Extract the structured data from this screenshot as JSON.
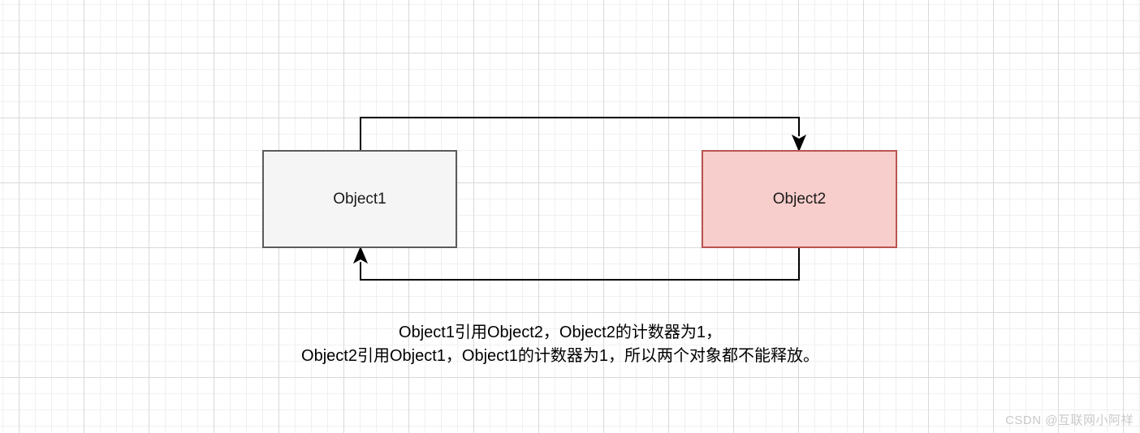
{
  "diagram": {
    "nodes": [
      {
        "id": "object1",
        "label": "Object1",
        "fill": "#f5f5f5",
        "stroke": "#5b5b5b"
      },
      {
        "id": "object2",
        "label": "Object2",
        "fill": "#f8cecc",
        "stroke": "#b85450"
      }
    ],
    "edges": [
      {
        "from": "Object1",
        "to": "Object2"
      },
      {
        "from": "Object2",
        "to": "Object1"
      }
    ]
  },
  "caption": {
    "line1": "Object1引用Object2，Object2的计数器为1，",
    "line2": "Object2引用Object1，Object1的计数器为1，所以两个对象都不能释放。"
  },
  "watermark": "CSDN @互联网小阿祥"
}
